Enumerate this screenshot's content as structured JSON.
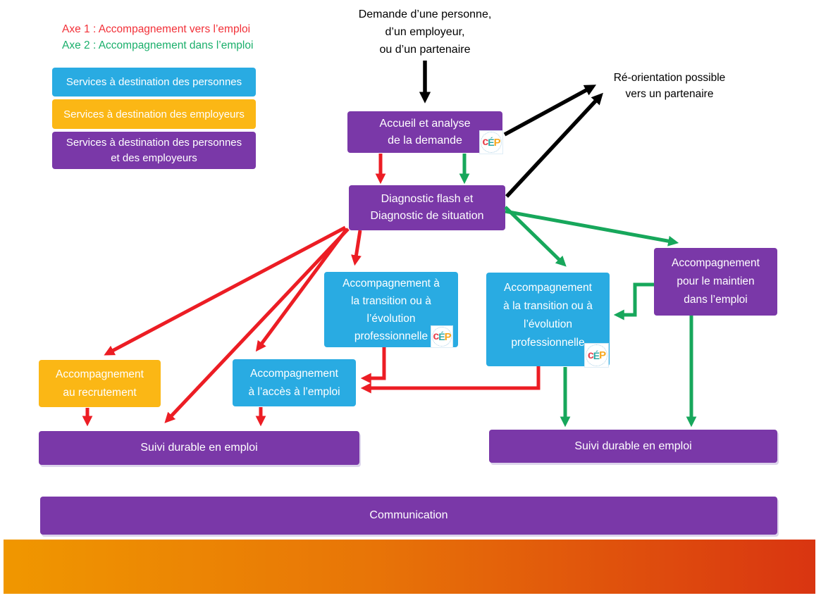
{
  "legend": {
    "axe1": "Axe 1 : Accompagnement vers l’emploi",
    "axe2": "Axe 2 : Accompagnement dans l’emploi",
    "boxes": [
      {
        "label": "Services à destination des personnes",
        "color": "#29ABE2"
      },
      {
        "label": "Services à destination des employeurs",
        "color": "#FBB715"
      },
      {
        "label": "Services à destination des personnes\net des employeurs",
        "color": "#7A38A8"
      }
    ]
  },
  "flow": {
    "demande": "Demande d’une personne,\nd’un employeur,\nou d’un partenaire",
    "reorientation": "Ré-orientation possible\nvers un partenaire",
    "accueil": "Accueil et analyse\nde la demande",
    "diagnostic": "Diagnostic flash et\nDiagnostic de situation",
    "transition_left": "Accompagnement à\nla transition ou à\nl’évolution\nprofessionnelle",
    "transition_right": "Accompagnement\nà la transition ou à\nl’évolution\nprofessionnelle",
    "maintien": "Accompagnement\npour le maintien\ndans l’emploi",
    "recrutement": "Accompagnement\nau recrutement",
    "acces": "Accompagnement\nà l’accès à l’emploi",
    "suivi_left": "Suivi durable en emploi",
    "suivi_right": "Suivi durable en emploi",
    "communication": "Communication"
  },
  "logo": {
    "c": "c",
    "e": "É",
    "p": "P"
  },
  "colors": {
    "purple": "#7A38A8",
    "blue": "#29ABE2",
    "orange": "#FBB715",
    "red_arrow": "#EC1D24",
    "green_arrow": "#17A75B",
    "black_arrow": "#000000",
    "axe1_text": "#F23038",
    "axe2_text": "#1AAF6B",
    "gradient_left": "#F09700",
    "gradient_right": "#D93511"
  }
}
